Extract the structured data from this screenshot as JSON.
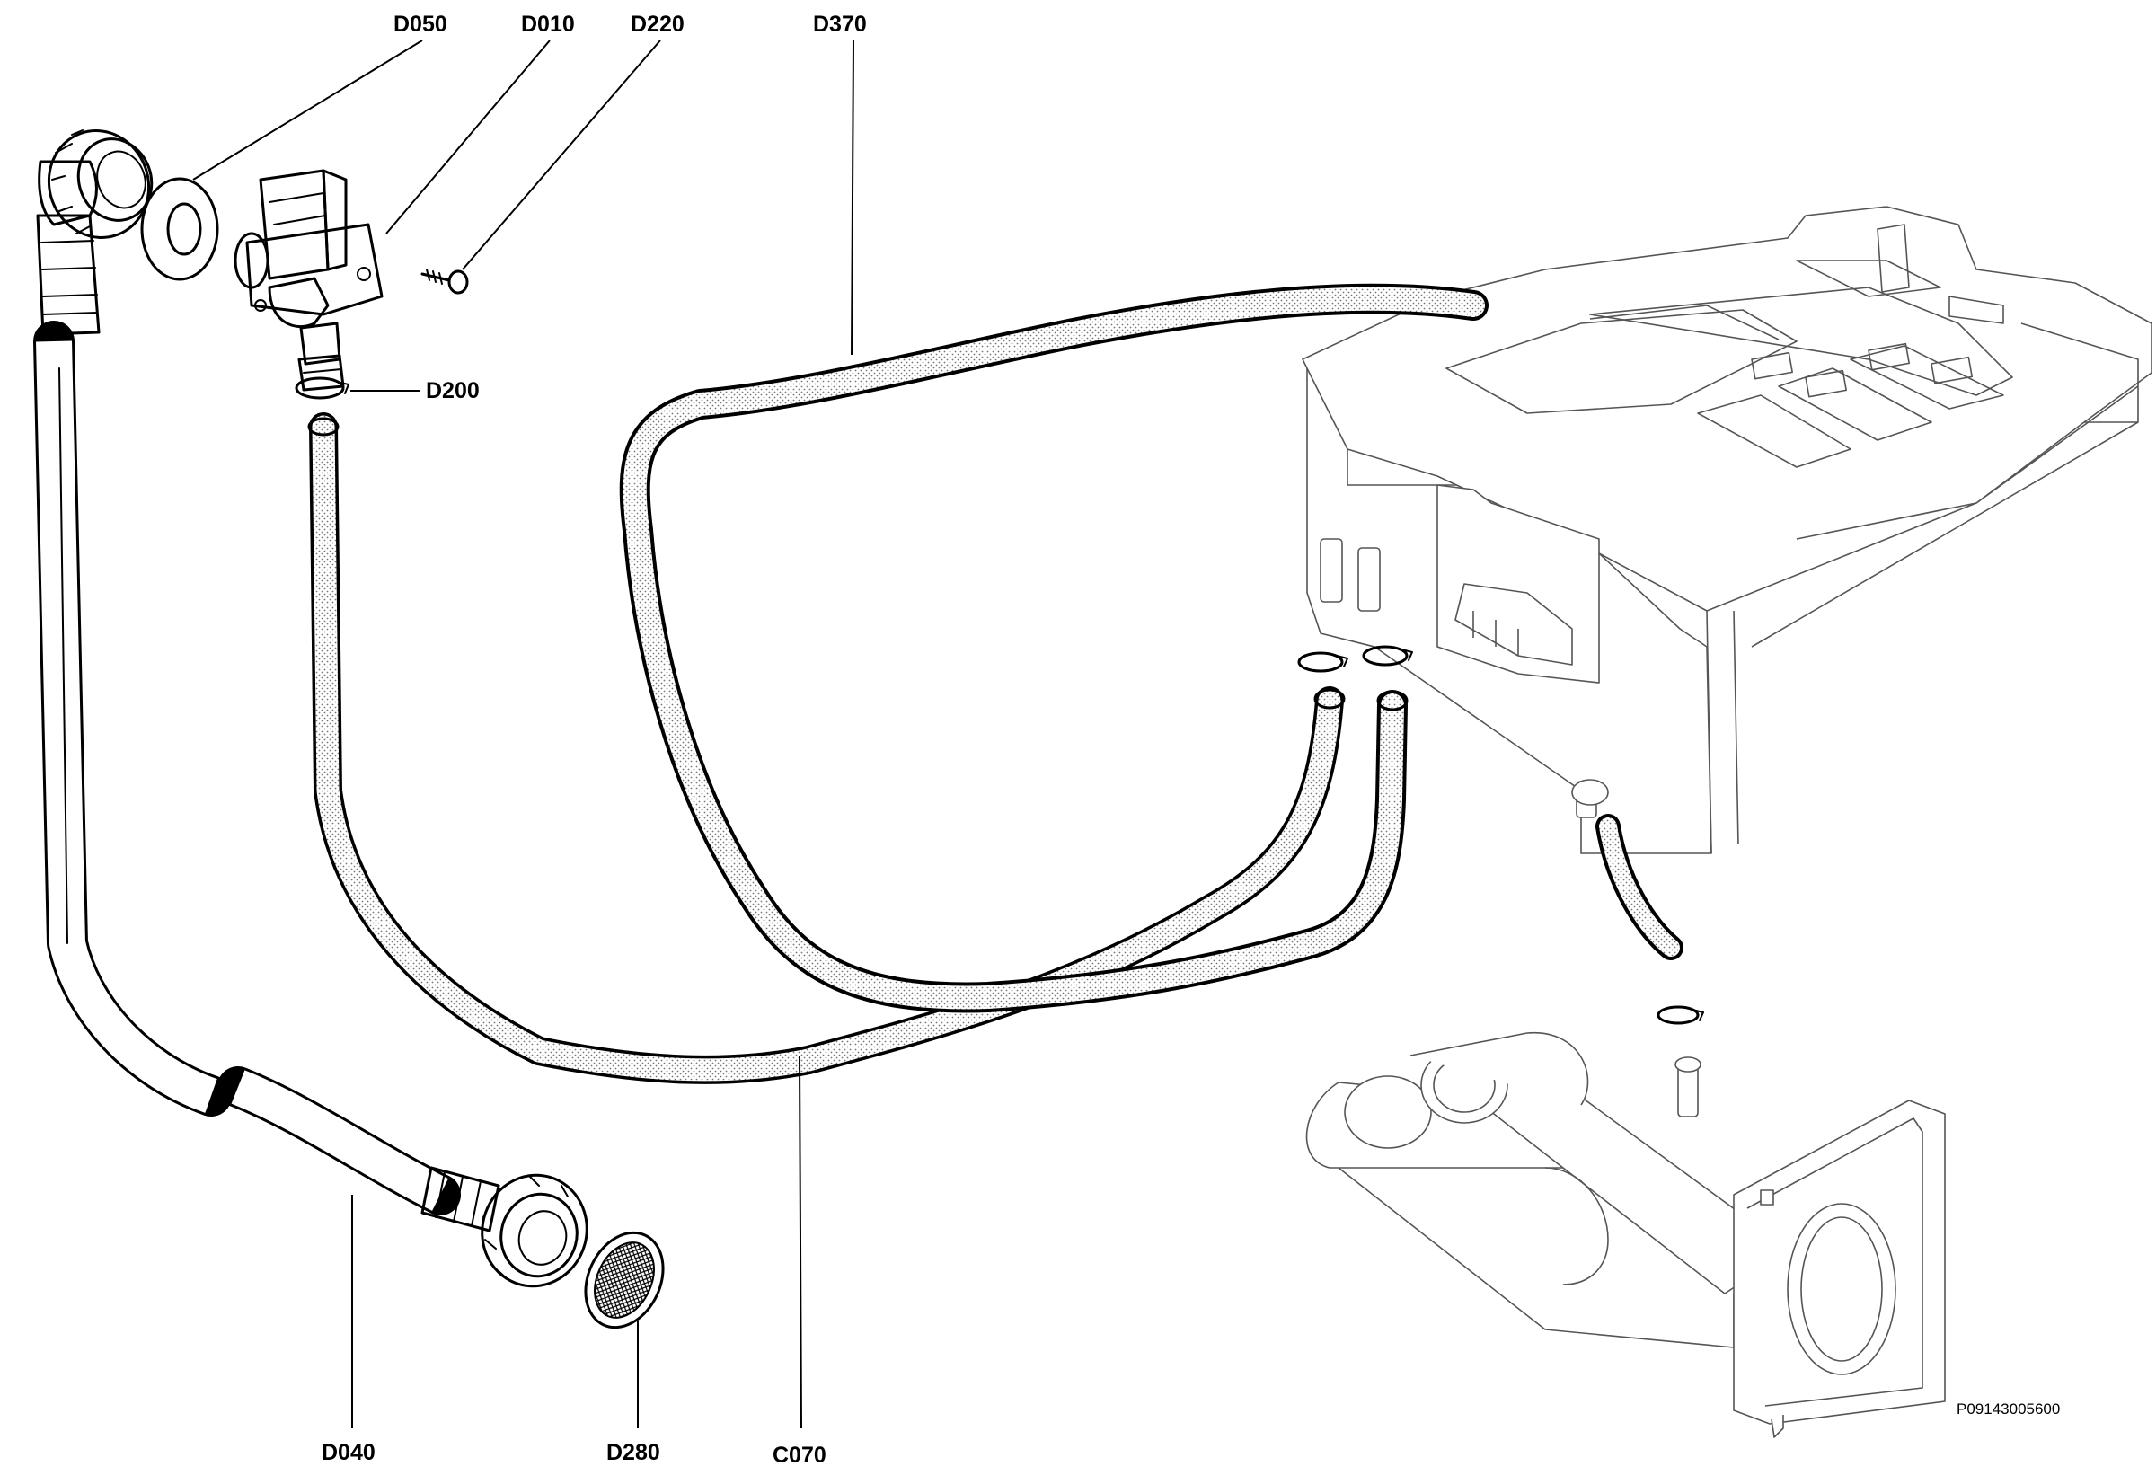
{
  "diagram": {
    "drawing_code": "P09143005600",
    "callouts": [
      {
        "id": "D050",
        "text": "D050"
      },
      {
        "id": "D010",
        "text": "D010"
      },
      {
        "id": "D220",
        "text": "D220"
      },
      {
        "id": "D370",
        "text": "D370"
      },
      {
        "id": "D200",
        "text": "D200"
      },
      {
        "id": "D040",
        "text": "D040"
      },
      {
        "id": "D280",
        "text": "D280"
      },
      {
        "id": "C070",
        "text": "C070"
      }
    ]
  }
}
